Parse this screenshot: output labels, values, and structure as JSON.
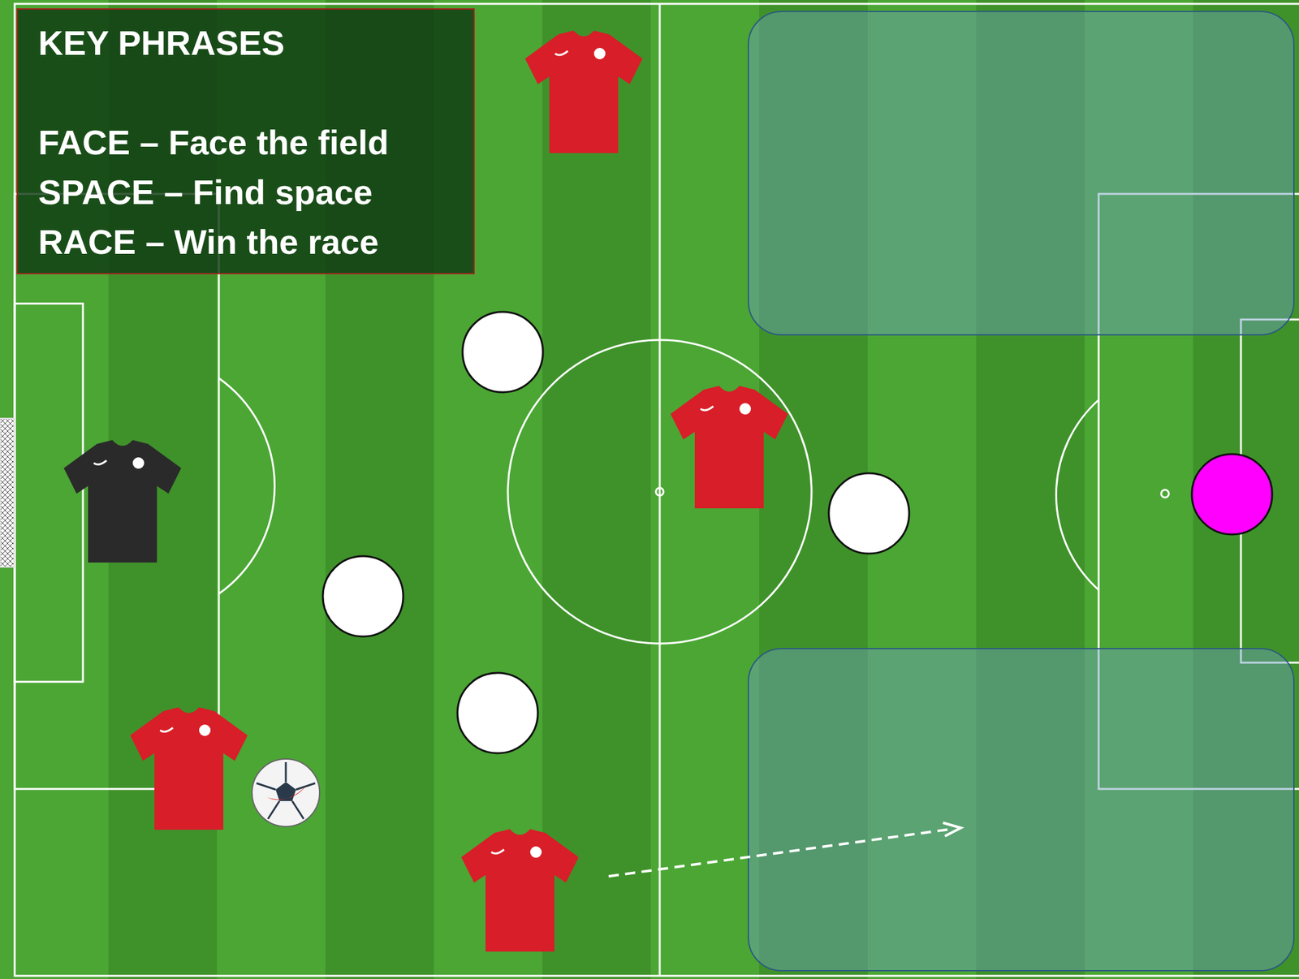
{
  "diagram": {
    "nodes": [
      {
        "text": [
          "KEY PHRASES",
          "FACE – Face the field",
          "SPACE – Find space",
          "RACE – Win the race"
        ]
      }
    ]
  }
}
